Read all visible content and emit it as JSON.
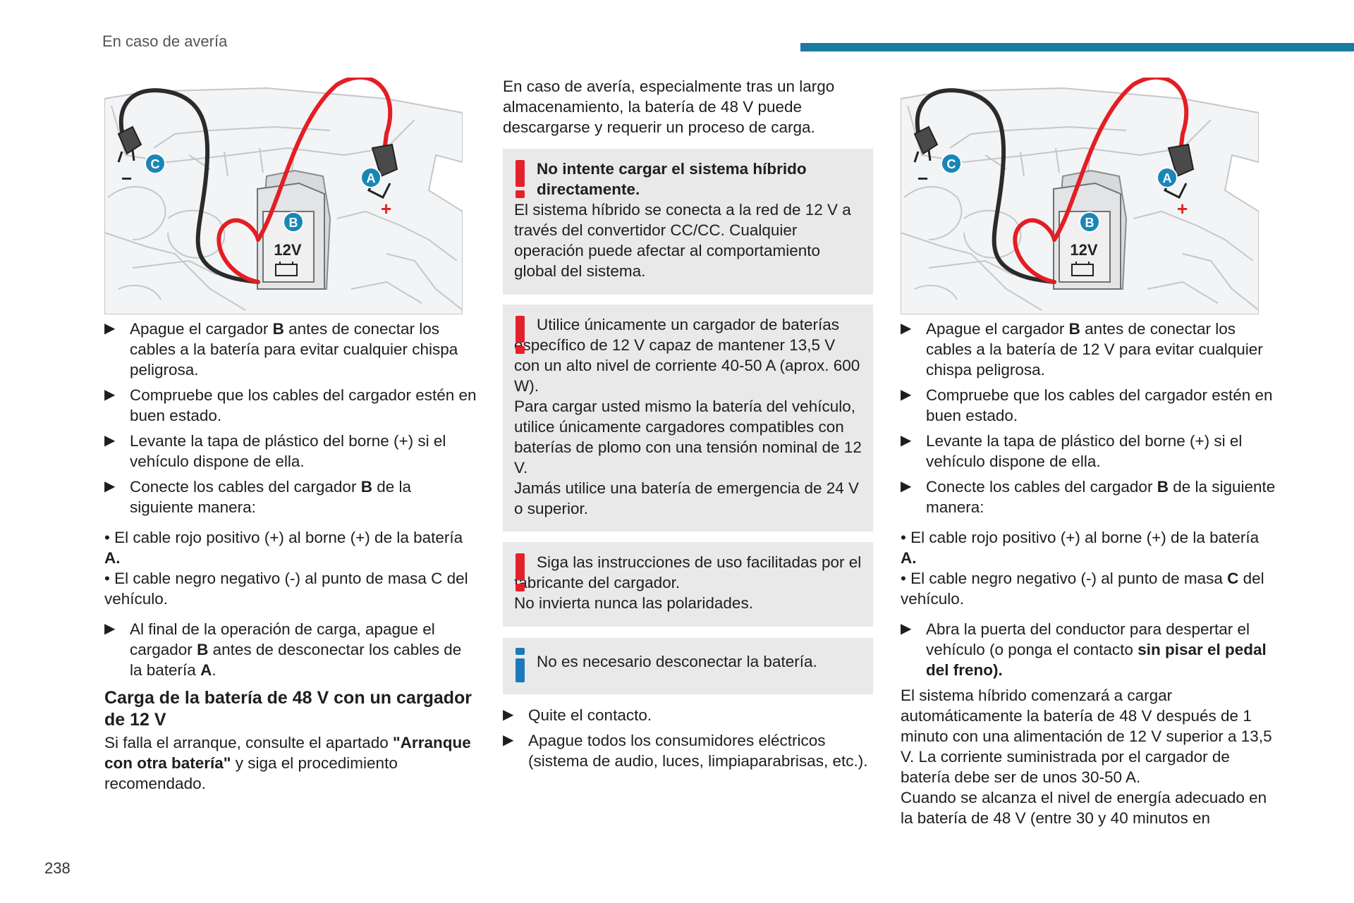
{
  "header": {
    "title": "En caso de avería"
  },
  "page_number": "238",
  "diagram_labels": {
    "a": "A",
    "b": "B",
    "c": "C",
    "voltage": "12V",
    "plus": "+",
    "minus": "−"
  },
  "col1": {
    "bullets": [
      [
        "Apague el cargador ",
        "B",
        " antes de conectar los cables a la batería para evitar cualquier chispa peligrosa."
      ],
      [
        "Compruebe que los cables del cargador estén en buen estado."
      ],
      [
        "Levante la tapa de plástico del borne (+) si el vehículo dispone de ella."
      ],
      [
        "Conecte los cables del cargador ",
        "B",
        " de la siguiente manera:"
      ]
    ],
    "sub1a": "• El cable rojo positivo (+) al borne (+) de la batería ",
    "sub1b": "A.",
    "sub2": "• El cable negro negativo (-) al punto de masa C del vehículo.",
    "bullet_last": [
      "Al final de la operación de carga, apague el cargador ",
      "B",
      " antes de desconectar los cables de la batería ",
      "A",
      "."
    ],
    "heading": "Carga de la batería de 48 V con un cargador de 12 V",
    "para_a": "Si falla el arranque, consulte el apartado ",
    "para_b": "\"Arranque con otra batería\"",
    "para_c": " y siga el procedimiento recomendado."
  },
  "col2": {
    "intro": "En caso de avería, especialmente tras un largo almacenamiento, la batería de 48 V puede descargarse y requerir un proceso de carga.",
    "box1_title": "No intente cargar el sistema híbrido directamente.",
    "box1_body": "El sistema híbrido se conecta a la red de 12 V a través del convertidor CC/CC. Cualquier operación puede afectar al comportamiento global del sistema.",
    "box2_line1": "Utilice únicamente un cargador de baterías específico de 12 V capaz de mantener 13,5 V con un alto nivel de corriente 40-50 A (aprox. 600 W).",
    "box2_line2": "Para cargar usted mismo la batería del vehículo, utilice únicamente cargadores compatibles con baterías de plomo con una tensión nominal de 12 V.",
    "box2_line3": "Jamás utilice una batería de emergencia de 24 V o superior.",
    "box3_line1": "Siga las instrucciones de uso facilitadas por el fabricante del cargador.",
    "box3_line2": "No invierta nunca las polaridades.",
    "box4": "No es necesario desconectar la batería.",
    "bullets": [
      "Quite el contacto.",
      "Apague todos los consumidores eléctricos (sistema de audio, luces, limpiaparabrisas, etc.)."
    ]
  },
  "col3": {
    "bullets": [
      [
        "Apague el cargador ",
        "B",
        " antes de conectar los cables a la batería de 12 V para evitar cualquier chispa peligrosa."
      ],
      [
        "Compruebe que los cables del cargador estén en buen estado."
      ],
      [
        "Levante la tapa de plástico del borne (+) si el vehículo dispone de ella."
      ],
      [
        "Conecte los cables del cargador ",
        "B",
        " de la siguiente manera:"
      ]
    ],
    "sub1a": "• El cable rojo positivo (+) al borne (+) de la batería ",
    "sub1b": "A.",
    "sub2a": "• El cable negro negativo (-) al punto de masa ",
    "sub2b": "C",
    "sub2c": " del vehículo.",
    "bullet_last_a": "Abra la puerta del conductor para despertar el vehículo (o ponga el contacto ",
    "bullet_last_b": "sin pisar el pedal del freno).",
    "para1": "El sistema híbrido comenzará a cargar automáticamente la batería de 48 V después de 1 minuto con una alimentación de 12 V superior a 13,5 V. La corriente suministrada por el cargador de batería debe ser de unos 30-50 A.",
    "para2": "Cuando se alcanza el nivel de energía adecuado en la batería de 48 V (entre 30 y 40 minutos en"
  },
  "colors": {
    "accent_bar": "#1a7aa0",
    "warning_red": "#e4202a",
    "info_blue": "#1a7ab8",
    "box_bg": "#e9e9ea",
    "label_circle": "#1a86b8"
  },
  "icons": {
    "bullet": "black-triangle-right-icon",
    "warning": "exclamation-icon",
    "info": "info-icon"
  }
}
